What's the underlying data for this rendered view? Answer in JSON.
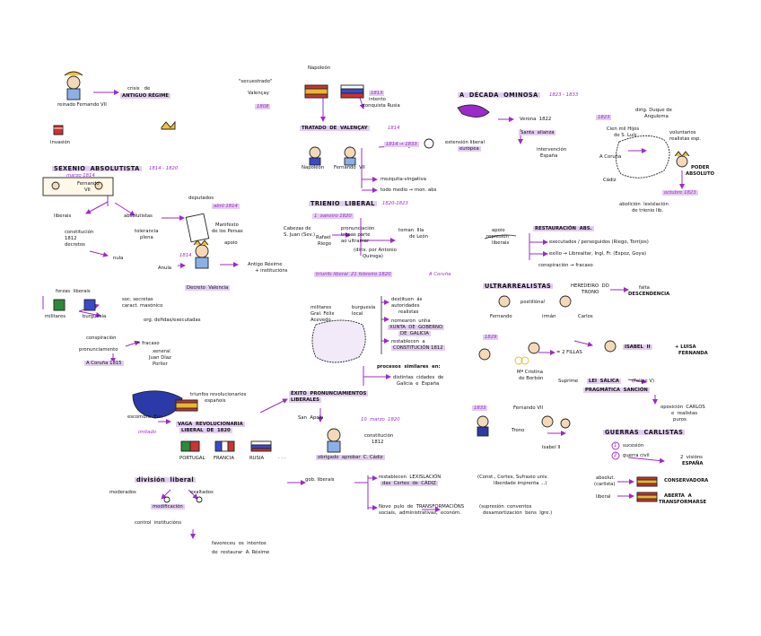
{
  "colors": {
    "accent": "#9b2bc9",
    "highlight": "#e3cdf2",
    "ink": "#111111"
  },
  "top": {
    "reinado": "reinado Fernando VII",
    "crisis1": "crisis   de",
    "crisis2": "ANTIGUO RÉGIME",
    "invasion": "invasión",
    "secuestrado": "\"secuestrado\"",
    "valencay": "Valençay",
    "y1808": "1808",
    "napoleon": "Napoleón",
    "y1813": "1813",
    "intento": "intento",
    "conquista": "conquista Rusia",
    "tratado": "TRATADO  DE  VALENÇAY",
    "y1814a": "1814",
    "napoleon2": "Napoleón",
    "fernando7": "Fernando  VII",
    "range1814_1833": "1814 → 1833",
    "decada": "A  DÉCADA  OMINOSA",
    "decada_years": "1823 - 1833",
    "extension1": "extensión liberal",
    "extension2": "europea",
    "verona": "Verona  1822",
    "santa1": "Santa  alianza",
    "interv1": "intervención",
    "interv2": "España",
    "y1823": "1823",
    "cienmil1": "Cien mil Hijos",
    "cienmil2": "de S. Luís",
    "duque1": "dirig. Duque de",
    "duque2": "Angulema",
    "volunt1": "voluntarios",
    "volunt2": "realistas esp.",
    "acoruna": "A Coruña",
    "cadiz": "Cádiz",
    "poder1": "PODER",
    "poder2": "ABSOLUTO",
    "octubre": "octubre 1823",
    "abolicion1": "abolición  lexislación",
    "abolicion2": "de trienio lib."
  },
  "sexenio": {
    "title": "SEXENIO  ABSOLUTISTA",
    "years": "1814 - 1820",
    "marzo": "marzo 1814",
    "fernando": "Fernando",
    "fernando7": "VII",
    "liberais": "liberais",
    "absolutistas": "absolutistas",
    "deputados": "deputados",
    "abril": "abril 1814",
    "const1": "constitución",
    "const2": "1812",
    "const3": "decretos",
    "tolerancia1": "tolerancia",
    "tolerancia2": "plena",
    "nula": "nula",
    "apoio": "apoio",
    "y1814b": "1814",
    "anula": "Anula",
    "antigo1": "Antigo Réxime",
    "antigo2": "+ institucións",
    "manifesto": "Manifesto",
    "persas": "de los Persas",
    "decreto": "Decreto  Valencia"
  },
  "oposicion": {
    "forzas": "forzas  liberais",
    "militares": "militares",
    "burguesia": "burguesía",
    "soc1": "soc. secretas",
    "soc2": "caract. masónico",
    "org": "org. defidas/executadas",
    "conspiracion": "conspiración",
    "pronunciamento": "pronunciamento",
    "fracaso": "= fracaso",
    "xeneral": "xeneral",
    "juan": "Juan Díaz",
    "porlier": "Porlier",
    "acoruna": "A Coruña 1815"
  },
  "mid": {
    "mezquita": "mezquita-vingativa",
    "todomedo": "todo medio → mon. abs",
    "trienio": "TRIENIO  LIBERAL",
    "trienio_years": "1820-1823",
    "xaneiro": "1  xaneiro 1820",
    "cabezas1": "Cabezas de",
    "cabezas2": "S. Juan (Sev.)",
    "rafael1": "Rafael",
    "rafael2": "Riego",
    "pronunc1": "pronunciación",
    "pronunc2": "tropas parte",
    "pronunc3": "ao ultramar",
    "dirix1": "(dirix. por Antonio",
    "dirix2": "Quiroga)",
    "toma1": "toman  Illa",
    "toma2": "de León",
    "triunfo": "triunfo liberal  21 febreiro 1820",
    "acoruna": "A Coruña",
    "militares": "militares",
    "felix1": "Gral. Félix",
    "felix2": "Acevedo",
    "burg1": "burguesía",
    "burg2": "local",
    "dest1": "destituen  ás",
    "dest2": "autoridades",
    "dest3": "realistas",
    "nom1": "nomearon  unha",
    "nom2": "XUNTA  DE  GOBERNO",
    "nom3": "DE  GALICIA",
    "rest1": "restablecen  a",
    "rest2": "CONSTITUCIÓN 1812",
    "procesos": "procesos  similares  en:",
    "dist1": "distintas  cidades  de",
    "dist2": "Galicia  e  España",
    "exito1": "ÉXITO  PRONUNCIAMIENTOS",
    "exito2": "LIBERALES",
    "sanapolo": "San  Apolo",
    "xuramento": "10  marzo  1820",
    "constit1": "constitución",
    "constit2": "1812",
    "obrigado": "obrigado  aprobar  C. Cádiz",
    "triunfos1": "triunfos revolucionarios",
    "triunfos2": "españois",
    "escombro": "escombro  Eur.",
    "vaga1": "VAGA  REVOLUCIONARIA",
    "vaga2": "LIBERAL  DE  1820",
    "imitado": "imitado",
    "portugal": "PORTUGAL",
    "francia": "FRANCIA",
    "rusia": "RUSIA",
    "dots": ". . ."
  },
  "right": {
    "apoio1": "apoio",
    "apoio2": "represión",
    "apoio3": "liberais",
    "restauracion": "RESTAURACIÓN  ABS.",
    "exec1": "executados / perseguidos (Riego, Torrijos)",
    "exec2": "exilio → Librealtar, Ingl, Fr. (Espoz, Goya)",
    "consp": "conspiración → fracaso",
    "ultra": "ULTRARREALISTAS",
    "heredeiro1": "HEREDEIRO  DO",
    "heredeiro2": "TRONO",
    "falta1": "falta",
    "falta2": "DESCENDENCIA",
    "postilla": "postillóna!",
    "fernando": "Fernando",
    "irmao": "irmán",
    "carlos": "Carlos",
    "y1829": "1829",
    "mcristina1": "Mª Cristina",
    "mcristina2": "de Borbón",
    "fillas": "= 2 FILLAS",
    "isabel": "ISABEL  II",
    "luisa1": "+ LUISA",
    "luisa2": "FERNANDA",
    "suprime": "Suprime",
    "lei": "LEI  SÁLICA",
    "felipe": "(Felipe V)",
    "pragmatica": "PRAGMÁTICA  SANCIÓN",
    "oposicion1": "oposición  CARLOS",
    "oposicion2": "e  realistas",
    "oposicion3": "puros",
    "y1833": "1833",
    "fernando7": "Fernando VII",
    "trono": "Trono",
    "isabel2": "Isabel II",
    "guerras": "GUERRAS  CARLISTAS",
    "sucesion": "sucesión",
    "guerra_civil": "guerra civil",
    "visions1": "2  visións",
    "visions2": "ESPAÑA",
    "n1": "1",
    "n2": "2"
  },
  "bottom": {
    "division": "división  liberal",
    "gob": "gob. liberais",
    "moderados": "moderados",
    "exaltados": "exaltados",
    "modif": "modificación",
    "control": "control  institucións",
    "favorecen1": "favoreceu  os  intentos",
    "favorecen2": "de  restaurar  A. Réxime",
    "restab1": "restablecen  LEXISLACIÓN",
    "restab2": "das  Cortes  de  CÁDIZ",
    "paren1": "(Const., Cortes, Sufraxio univ.",
    "paren2": "liberdade imprenta ...)",
    "novo1": "Novo  pulo  de  TRANSFORMACIÓNS",
    "novo2": "sociais,  administrativas,  económ.",
    "paren3": "(supresión  conventos",
    "paren4": "desamortización  bens  Igre.)",
    "absolut1": "absolut.",
    "absolut2": "(carlista)",
    "conservadora": "CONSERVADORA",
    "liberal": "liberal",
    "aberta1": "ABERTA  A",
    "aberta2": "TRANSFORMARSE"
  }
}
